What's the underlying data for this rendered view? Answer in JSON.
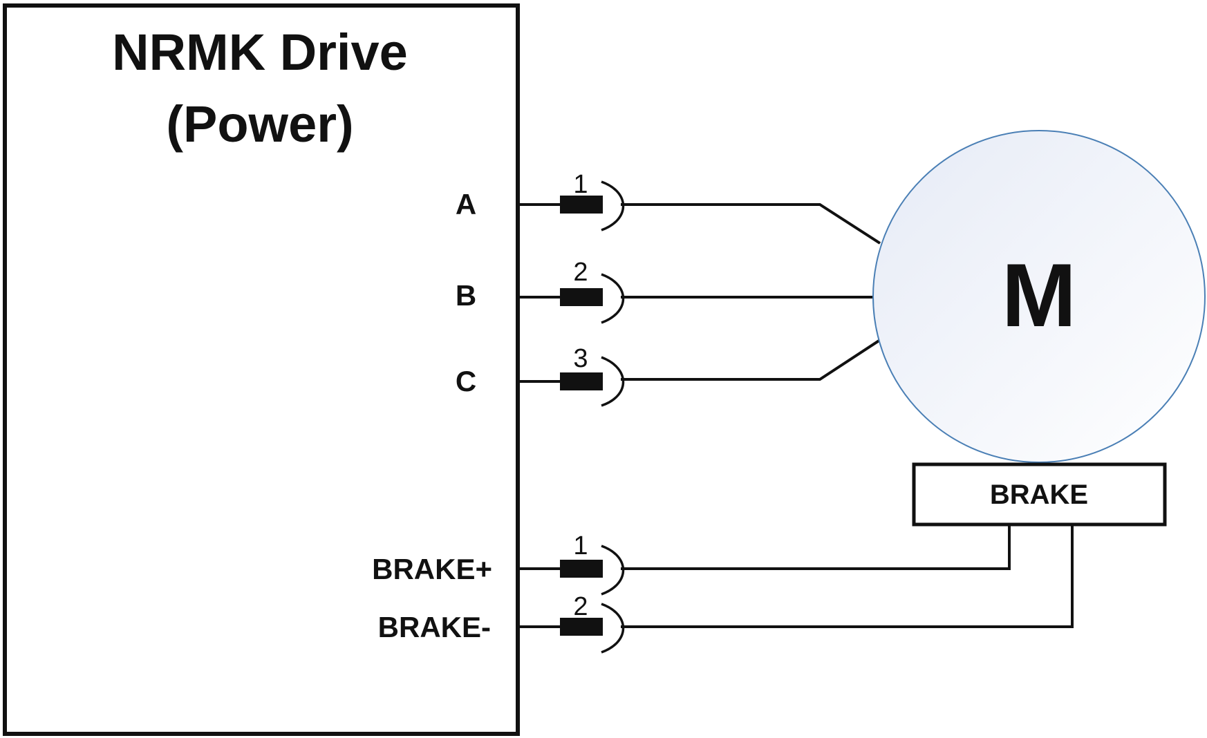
{
  "drive": {
    "title_line1": "NRMK Drive",
    "title_line2": "(Power)"
  },
  "terminals": [
    {
      "label": "A",
      "pin": "1"
    },
    {
      "label": "B",
      "pin": "2"
    },
    {
      "label": "C",
      "pin": "3"
    },
    {
      "label": "BRAKE+",
      "pin": "1"
    },
    {
      "label": "BRAKE-",
      "pin": "2"
    }
  ],
  "motor": {
    "label": "M",
    "outline_color": "#4a7fb5",
    "fill_color": "#eef2fa"
  },
  "brake": {
    "label": "BRAKE"
  }
}
